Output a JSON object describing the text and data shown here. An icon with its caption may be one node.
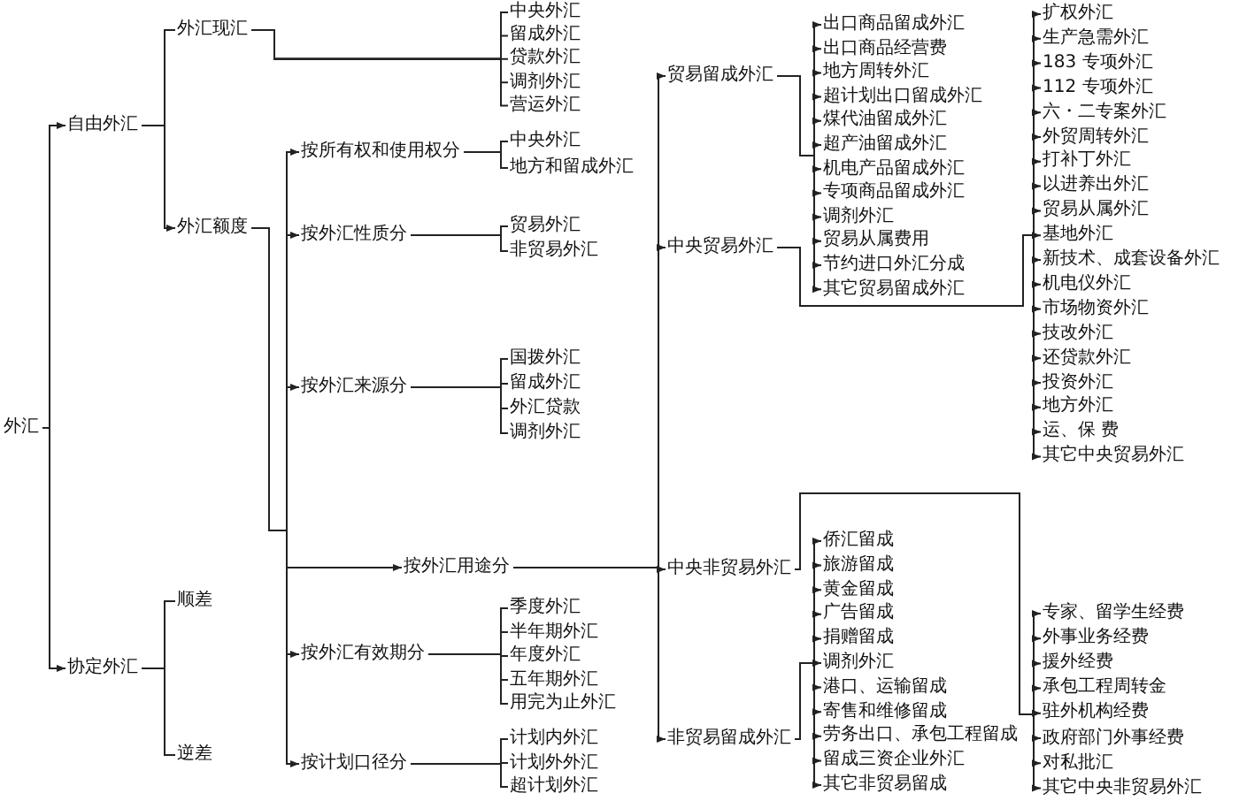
{
  "diagram": {
    "nodes": [
      {
        "text": [
          "外汇"
        ]
      },
      {
        "text": [
          "自由外汇"
        ]
      },
      {
        "text": [
          "外汇现汇"
        ]
      },
      {
        "text": [
          "中央外汇"
        ]
      },
      {
        "text": [
          "留成外汇"
        ]
      },
      {
        "text": [
          "贷款外汇"
        ]
      },
      {
        "text": [
          "调剂外汇"
        ]
      },
      {
        "text": [
          "营运外汇"
        ]
      },
      {
        "text": [
          "外汇额度"
        ]
      },
      {
        "text": [
          "按所有权和使用权分"
        ]
      },
      {
        "text": [
          "中央外汇"
        ]
      },
      {
        "text": [
          "地方和留成外汇"
        ]
      },
      {
        "text": [
          "按外汇性质分"
        ]
      },
      {
        "text": [
          "贸易外汇"
        ]
      },
      {
        "text": [
          "非贸易外汇"
        ]
      },
      {
        "text": [
          "按外汇来源分"
        ]
      },
      {
        "text": [
          "国拨外汇"
        ]
      },
      {
        "text": [
          "留成外汇"
        ]
      },
      {
        "text": [
          "外汇贷款"
        ]
      },
      {
        "text": [
          "调剂外汇"
        ]
      },
      {
        "text": [
          "按外汇用途分"
        ]
      },
      {
        "text": [
          "贸易留成外汇"
        ]
      },
      {
        "text": [
          "出口商品留成外汇"
        ]
      },
      {
        "text": [
          "出口商品经营费"
        ]
      },
      {
        "text": [
          "地方周转外汇"
        ]
      },
      {
        "text": [
          "超计划出口留成外汇"
        ]
      },
      {
        "text": [
          "煤代油留成外汇"
        ]
      },
      {
        "text": [
          "超产油留成外汇"
        ]
      },
      {
        "text": [
          "机电产品留成外汇"
        ]
      },
      {
        "text": [
          "专项商品留成外汇"
        ]
      },
      {
        "text": [
          "调剂外汇"
        ]
      },
      {
        "text": [
          "贸易从属费用"
        ]
      },
      {
        "text": [
          "节约进口外汇分成"
        ]
      },
      {
        "text": [
          "其它贸易留成外汇"
        ]
      },
      {
        "text": [
          "中央贸易外汇"
        ]
      },
      {
        "text": [
          "扩权外汇"
        ]
      },
      {
        "text": [
          "生产急需外汇"
        ]
      },
      {
        "text": [
          "183 专项外汇"
        ]
      },
      {
        "text": [
          "112 专项外汇"
        ]
      },
      {
        "text": [
          "六・二专案外汇"
        ]
      },
      {
        "text": [
          "外贸周转外汇"
        ]
      },
      {
        "text": [
          "打补丁外汇"
        ]
      },
      {
        "text": [
          "以进养出外汇"
        ]
      },
      {
        "text": [
          "贸易从属外汇"
        ]
      },
      {
        "text": [
          "基地外汇"
        ]
      },
      {
        "text": [
          "新技术、成套设备外汇"
        ]
      },
      {
        "text": [
          "机电仪外汇"
        ]
      },
      {
        "text": [
          "市场物资外汇"
        ]
      },
      {
        "text": [
          "技改外汇"
        ]
      },
      {
        "text": [
          "还贷款外汇"
        ]
      },
      {
        "text": [
          "投资外汇"
        ]
      },
      {
        "text": [
          "地方外汇"
        ]
      },
      {
        "text": [
          "运、保 费"
        ]
      },
      {
        "text": [
          "其它中央贸易外汇"
        ]
      },
      {
        "text": [
          "中央非贸易外汇"
        ]
      },
      {
        "text": [
          "专家、留学生经费"
        ]
      },
      {
        "text": [
          "外事业务经费"
        ]
      },
      {
        "text": [
          "援外经费"
        ]
      },
      {
        "text": [
          "承包工程周转金"
        ]
      },
      {
        "text": [
          "驻外机构经费"
        ]
      },
      {
        "text": [
          "政府部门外事经费"
        ]
      },
      {
        "text": [
          "对私批汇"
        ]
      },
      {
        "text": [
          "其它中央非贸易外汇"
        ]
      },
      {
        "text": [
          "非贸易留成外汇"
        ]
      },
      {
        "text": [
          "侨汇留成"
        ]
      },
      {
        "text": [
          "旅游留成"
        ]
      },
      {
        "text": [
          "黄金留成"
        ]
      },
      {
        "text": [
          "广告留成"
        ]
      },
      {
        "text": [
          "捐赠留成"
        ]
      },
      {
        "text": [
          "调剂外汇"
        ]
      },
      {
        "text": [
          "港口、运输留成"
        ]
      },
      {
        "text": [
          "寄售和维修留成"
        ]
      },
      {
        "text": [
          "劳务出口、承包工程留成"
        ]
      },
      {
        "text": [
          "留成三资企业外汇"
        ]
      },
      {
        "text": [
          "其它非贸易留成"
        ]
      },
      {
        "text": [
          "按外汇有效期分"
        ]
      },
      {
        "text": [
          "季度外汇"
        ]
      },
      {
        "text": [
          "半年期外汇"
        ]
      },
      {
        "text": [
          "年度外汇"
        ]
      },
      {
        "text": [
          "五年期外汇"
        ]
      },
      {
        "text": [
          "用完为止外汇"
        ]
      },
      {
        "text": [
          "按计划口径分"
        ]
      },
      {
        "text": [
          "计划内外汇"
        ]
      },
      {
        "text": [
          "计划外外汇"
        ]
      },
      {
        "text": [
          "超计划外汇"
        ]
      },
      {
        "text": [
          "协定外汇"
        ]
      },
      {
        "text": [
          "顺差"
        ]
      },
      {
        "text": [
          "逆差"
        ]
      }
    ],
    "edges": [
      {
        "from": 0,
        "to": 1,
        "arrow": "to"
      },
      {
        "from": 0,
        "to": 85,
        "arrow": "to"
      },
      {
        "from": 1,
        "to": 2,
        "arrow": "none"
      },
      {
        "from": 1,
        "to": 8,
        "arrow": "to"
      },
      {
        "from": 2,
        "to": 3,
        "arrow": "none"
      },
      {
        "from": 2,
        "to": 4,
        "arrow": "none"
      },
      {
        "from": 2,
        "to": 5,
        "arrow": "none"
      },
      {
        "from": 2,
        "to": 6,
        "arrow": "none"
      },
      {
        "from": 2,
        "to": 7,
        "arrow": "none"
      },
      {
        "from": 8,
        "to": 9,
        "arrow": "to"
      },
      {
        "from": 8,
        "to": 12,
        "arrow": "to"
      },
      {
        "from": 8,
        "to": 15,
        "arrow": "to"
      },
      {
        "from": 8,
        "to": 20,
        "arrow": "to"
      },
      {
        "from": 8,
        "to": 75,
        "arrow": "to"
      },
      {
        "from": 8,
        "to": 81,
        "arrow": "to"
      },
      {
        "from": 9,
        "to": 10,
        "arrow": "none"
      },
      {
        "from": 9,
        "to": 11,
        "arrow": "none"
      },
      {
        "from": 12,
        "to": 13,
        "arrow": "none"
      },
      {
        "from": 12,
        "to": 14,
        "arrow": "none"
      },
      {
        "from": 15,
        "to": 16,
        "arrow": "none"
      },
      {
        "from": 15,
        "to": 17,
        "arrow": "none"
      },
      {
        "from": 15,
        "to": 18,
        "arrow": "none"
      },
      {
        "from": 15,
        "to": 19,
        "arrow": "none"
      },
      {
        "from": 20,
        "to": 21,
        "arrow": "to"
      },
      {
        "from": 20,
        "to": 34,
        "arrow": "to"
      },
      {
        "from": 20,
        "to": 54,
        "arrow": "to"
      },
      {
        "from": 20,
        "to": 63,
        "arrow": "to"
      },
      {
        "from": 21,
        "to": 22,
        "arrow": "to"
      },
      {
        "from": 21,
        "to": 23,
        "arrow": "to"
      },
      {
        "from": 21,
        "to": 24,
        "arrow": "to"
      },
      {
        "from": 21,
        "to": 25,
        "arrow": "to"
      },
      {
        "from": 21,
        "to": 26,
        "arrow": "to"
      },
      {
        "from": 21,
        "to": 27,
        "arrow": "to"
      },
      {
        "from": 21,
        "to": 28,
        "arrow": "to"
      },
      {
        "from": 21,
        "to": 29,
        "arrow": "to"
      },
      {
        "from": 21,
        "to": 30,
        "arrow": "to"
      },
      {
        "from": 21,
        "to": 31,
        "arrow": "to"
      },
      {
        "from": 21,
        "to": 32,
        "arrow": "to"
      },
      {
        "from": 21,
        "to": 33,
        "arrow": "to"
      },
      {
        "from": 34,
        "to": 35,
        "arrow": "to"
      },
      {
        "from": 34,
        "to": 36,
        "arrow": "to"
      },
      {
        "from": 34,
        "to": 37,
        "arrow": "to"
      },
      {
        "from": 34,
        "to": 38,
        "arrow": "to"
      },
      {
        "from": 34,
        "to": 39,
        "arrow": "to"
      },
      {
        "from": 34,
        "to": 40,
        "arrow": "to"
      },
      {
        "from": 34,
        "to": 41,
        "arrow": "to"
      },
      {
        "from": 34,
        "to": 42,
        "arrow": "to"
      },
      {
        "from": 34,
        "to": 43,
        "arrow": "to"
      },
      {
        "from": 34,
        "to": 44,
        "arrow": "to"
      },
      {
        "from": 34,
        "to": 45,
        "arrow": "to"
      },
      {
        "from": 34,
        "to": 46,
        "arrow": "to"
      },
      {
        "from": 34,
        "to": 47,
        "arrow": "to"
      },
      {
        "from": 34,
        "to": 48,
        "arrow": "to"
      },
      {
        "from": 34,
        "to": 49,
        "arrow": "to"
      },
      {
        "from": 34,
        "to": 50,
        "arrow": "to"
      },
      {
        "from": 34,
        "to": 51,
        "arrow": "to"
      },
      {
        "from": 34,
        "to": 52,
        "arrow": "to"
      },
      {
        "from": 34,
        "to": 53,
        "arrow": "to"
      },
      {
        "from": 54,
        "to": 55,
        "arrow": "to"
      },
      {
        "from": 54,
        "to": 56,
        "arrow": "to"
      },
      {
        "from": 54,
        "to": 57,
        "arrow": "to"
      },
      {
        "from": 54,
        "to": 58,
        "arrow": "to"
      },
      {
        "from": 54,
        "to": 59,
        "arrow": "to"
      },
      {
        "from": 54,
        "to": 60,
        "arrow": "to"
      },
      {
        "from": 54,
        "to": 61,
        "arrow": "to"
      },
      {
        "from": 54,
        "to": 62,
        "arrow": "to"
      },
      {
        "from": 63,
        "to": 64,
        "arrow": "to"
      },
      {
        "from": 63,
        "to": 65,
        "arrow": "to"
      },
      {
        "from": 63,
        "to": 66,
        "arrow": "to"
      },
      {
        "from": 63,
        "to": 67,
        "arrow": "to"
      },
      {
        "from": 63,
        "to": 68,
        "arrow": "to"
      },
      {
        "from": 63,
        "to": 69,
        "arrow": "to"
      },
      {
        "from": 63,
        "to": 70,
        "arrow": "to"
      },
      {
        "from": 63,
        "to": 71,
        "arrow": "to"
      },
      {
        "from": 63,
        "to": 72,
        "arrow": "to"
      },
      {
        "from": 63,
        "to": 73,
        "arrow": "to"
      },
      {
        "from": 63,
        "to": 74,
        "arrow": "to"
      },
      {
        "from": 75,
        "to": 76,
        "arrow": "none"
      },
      {
        "from": 75,
        "to": 77,
        "arrow": "none"
      },
      {
        "from": 75,
        "to": 78,
        "arrow": "none"
      },
      {
        "from": 75,
        "to": 79,
        "arrow": "none"
      },
      {
        "from": 75,
        "to": 80,
        "arrow": "none"
      },
      {
        "from": 81,
        "to": 82,
        "arrow": "none"
      },
      {
        "from": 81,
        "to": 83,
        "arrow": "none"
      },
      {
        "from": 81,
        "to": 84,
        "arrow": "none"
      },
      {
        "from": 85,
        "to": 86,
        "arrow": "none"
      },
      {
        "from": 85,
        "to": 87,
        "arrow": "none"
      }
    ]
  }
}
